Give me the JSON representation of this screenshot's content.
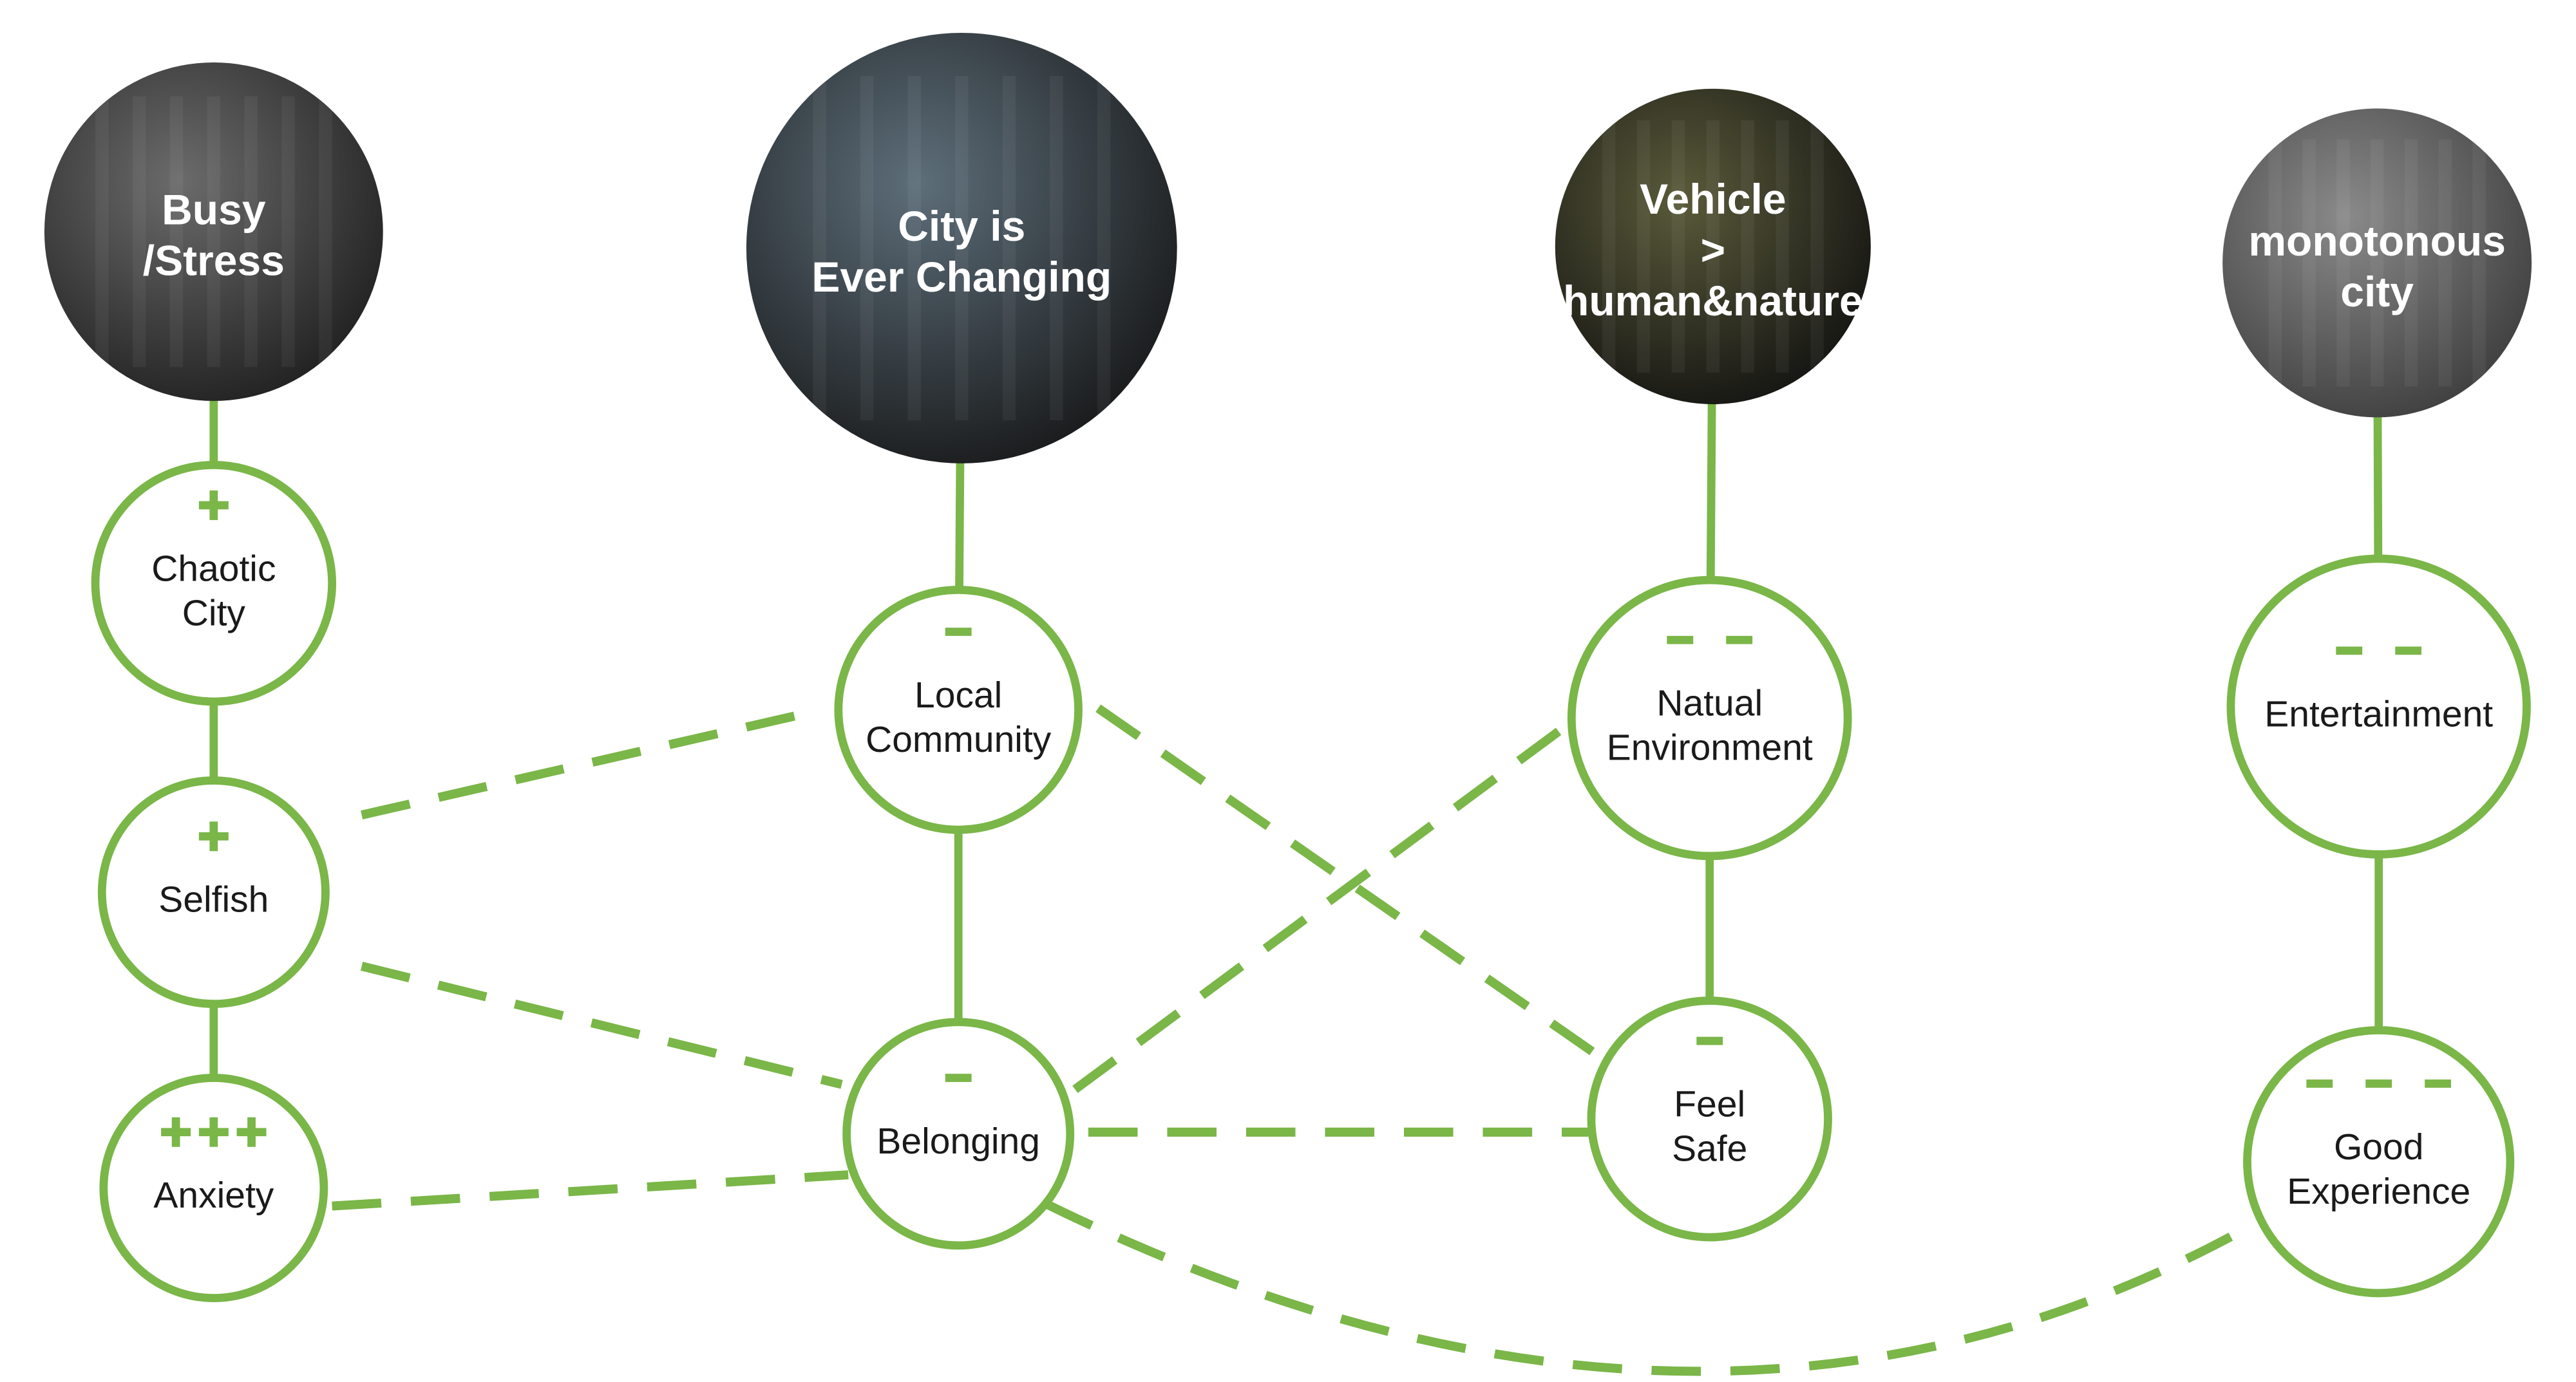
{
  "theme": {
    "accent": "#7ab648",
    "node_fill": "#ffffff",
    "text": "#1a1a1a",
    "photo_text": "#ffffff"
  },
  "photo_nodes": [
    {
      "id": "busy",
      "lines": [
        "Busy",
        "/Stress"
      ],
      "photo": "crowded-subway-photo",
      "tone": [
        "#6b6b6b",
        "#1c1c1c"
      ]
    },
    {
      "id": "changing",
      "lines": [
        "City is",
        "Ever Changing"
      ],
      "photo": "skyscraper-and-old-buildings-photo",
      "tone": [
        "#5d6e7a",
        "#141414"
      ]
    },
    {
      "id": "vehicle",
      "lines": [
        "Vehicle",
        ">",
        "human&nature"
      ],
      "photo": "road-at-night-photo",
      "tone": [
        "#5a5a3a",
        "#101010"
      ]
    },
    {
      "id": "monotonous",
      "lines": [
        "monotonous",
        "city"
      ],
      "photo": "apartment-towers-photo",
      "tone": [
        "#8a8a8a",
        "#3a3a3a"
      ]
    }
  ],
  "nodes": [
    {
      "id": "chaotic",
      "lines": [
        "Chaotic",
        "City"
      ],
      "sign": "+"
    },
    {
      "id": "selfish",
      "lines": [
        "Selfish"
      ],
      "sign": "+"
    },
    {
      "id": "anxiety",
      "lines": [
        "Anxiety"
      ],
      "sign": "+++"
    },
    {
      "id": "community",
      "lines": [
        "Local",
        "Community"
      ],
      "sign": "-"
    },
    {
      "id": "belonging",
      "lines": [
        "Belonging"
      ],
      "sign": "-"
    },
    {
      "id": "nature",
      "lines": [
        "Natual",
        "Environment"
      ],
      "sign": "--"
    },
    {
      "id": "safe",
      "lines": [
        "Feel",
        "Safe"
      ],
      "sign": "-"
    },
    {
      "id": "entertainment",
      "lines": [
        "Entertainment"
      ],
      "sign": "--"
    },
    {
      "id": "experience",
      "lines": [
        "Good",
        "Experience"
      ],
      "sign": "---"
    }
  ],
  "solid_links": [
    [
      "busy",
      "chaotic"
    ],
    [
      "chaotic",
      "selfish"
    ],
    [
      "selfish",
      "anxiety"
    ],
    [
      "changing",
      "community"
    ],
    [
      "community",
      "belonging"
    ],
    [
      "vehicle",
      "nature"
    ],
    [
      "nature",
      "safe"
    ],
    [
      "monotonous",
      "entertainment"
    ],
    [
      "entertainment",
      "experience"
    ]
  ],
  "dashed_links": [
    [
      "selfish",
      "community"
    ],
    [
      "selfish",
      "belonging"
    ],
    [
      "anxiety",
      "belonging"
    ],
    [
      "community",
      "safe"
    ],
    [
      "belonging",
      "nature"
    ],
    [
      "belonging",
      "safe"
    ],
    [
      "belonging",
      "experience"
    ]
  ]
}
